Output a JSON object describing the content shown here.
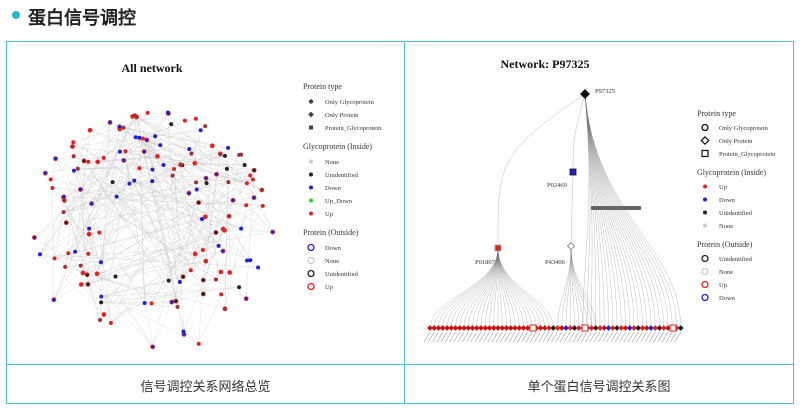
{
  "header": {
    "title": "蛋白信号调控",
    "accent": "#2bb5c8"
  },
  "panels": [
    {
      "chart_title": "All network",
      "caption": "信号调控关系网络总览",
      "legend": {
        "protein_type": {
          "title": "Protein type",
          "items": [
            "Only Glycoprotein",
            "Only Protein",
            "Protein_Glycoprotein"
          ]
        },
        "glyco_inside": {
          "title": "Glycoprotein (Inside)",
          "items": [
            "None",
            "Unidentified",
            "Down",
            "Up_Down",
            "Up"
          ],
          "colors": [
            "#cccccc",
            "#222222",
            "#2222cc",
            "#33cc33",
            "#dd2222"
          ]
        },
        "protein_outside": {
          "title": "Protein (Outside)",
          "items": [
            "Down",
            "None",
            "Unidentified",
            "Up"
          ],
          "colors": [
            "#2222cc",
            "#cccccc",
            "#222222",
            "#dd2222"
          ]
        }
      }
    },
    {
      "chart_title": "Network: P97325",
      "caption": "单个蛋白信号调控关系图",
      "nodes": {
        "root": "P97325",
        "n1": "P02469",
        "n2": "P01807",
        "n3": "P43406"
      },
      "legend": {
        "protein_type": {
          "title": "Protein type",
          "items": [
            "Only Glycoprotein",
            "Only Protein",
            "Protein_Glycoprotein"
          ]
        },
        "glyco_inside": {
          "title": "Glycoprotein (Inside)",
          "items": [
            "Up",
            "Down",
            "Unidentified",
            "None"
          ],
          "colors": [
            "#dd2222",
            "#2222cc",
            "#222222",
            "#cccccc"
          ]
        },
        "protein_outside": {
          "title": "Protein (Outside)",
          "items": [
            "Unidentified",
            "None",
            "Up",
            "Down"
          ],
          "colors": [
            "#222222",
            "#cccccc",
            "#dd2222",
            "#2222cc"
          ]
        }
      }
    }
  ]
}
